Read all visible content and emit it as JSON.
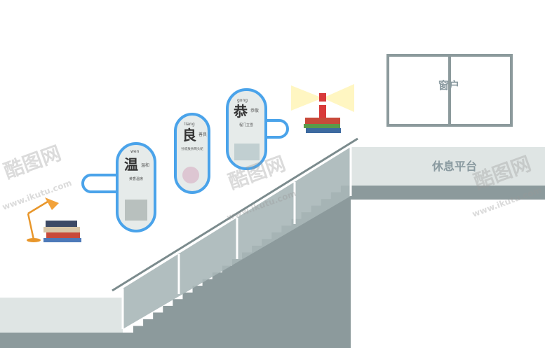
{
  "window_label": "窗户",
  "platform_label": "休息平台",
  "colors": {
    "panel_border": "#4aa3ea",
    "wall_gray": "#8c9a9c",
    "light_gray": "#dfe5e4",
    "rail_gray": "#a9b7b8"
  },
  "panels": [
    {
      "pinyin": "wen",
      "char": "温",
      "word": "温和",
      "title": "黄香温席"
    },
    {
      "pinyin": "liang",
      "char": "良",
      "word": "善良",
      "title": "孙叔敖杀两头蛇"
    },
    {
      "pinyin": "gong",
      "char": "恭",
      "word": "恭敬",
      "title": "程门立雪"
    }
  ],
  "watermark": {
    "brand": "酷图网",
    "url": "www.ikutu.com"
  }
}
